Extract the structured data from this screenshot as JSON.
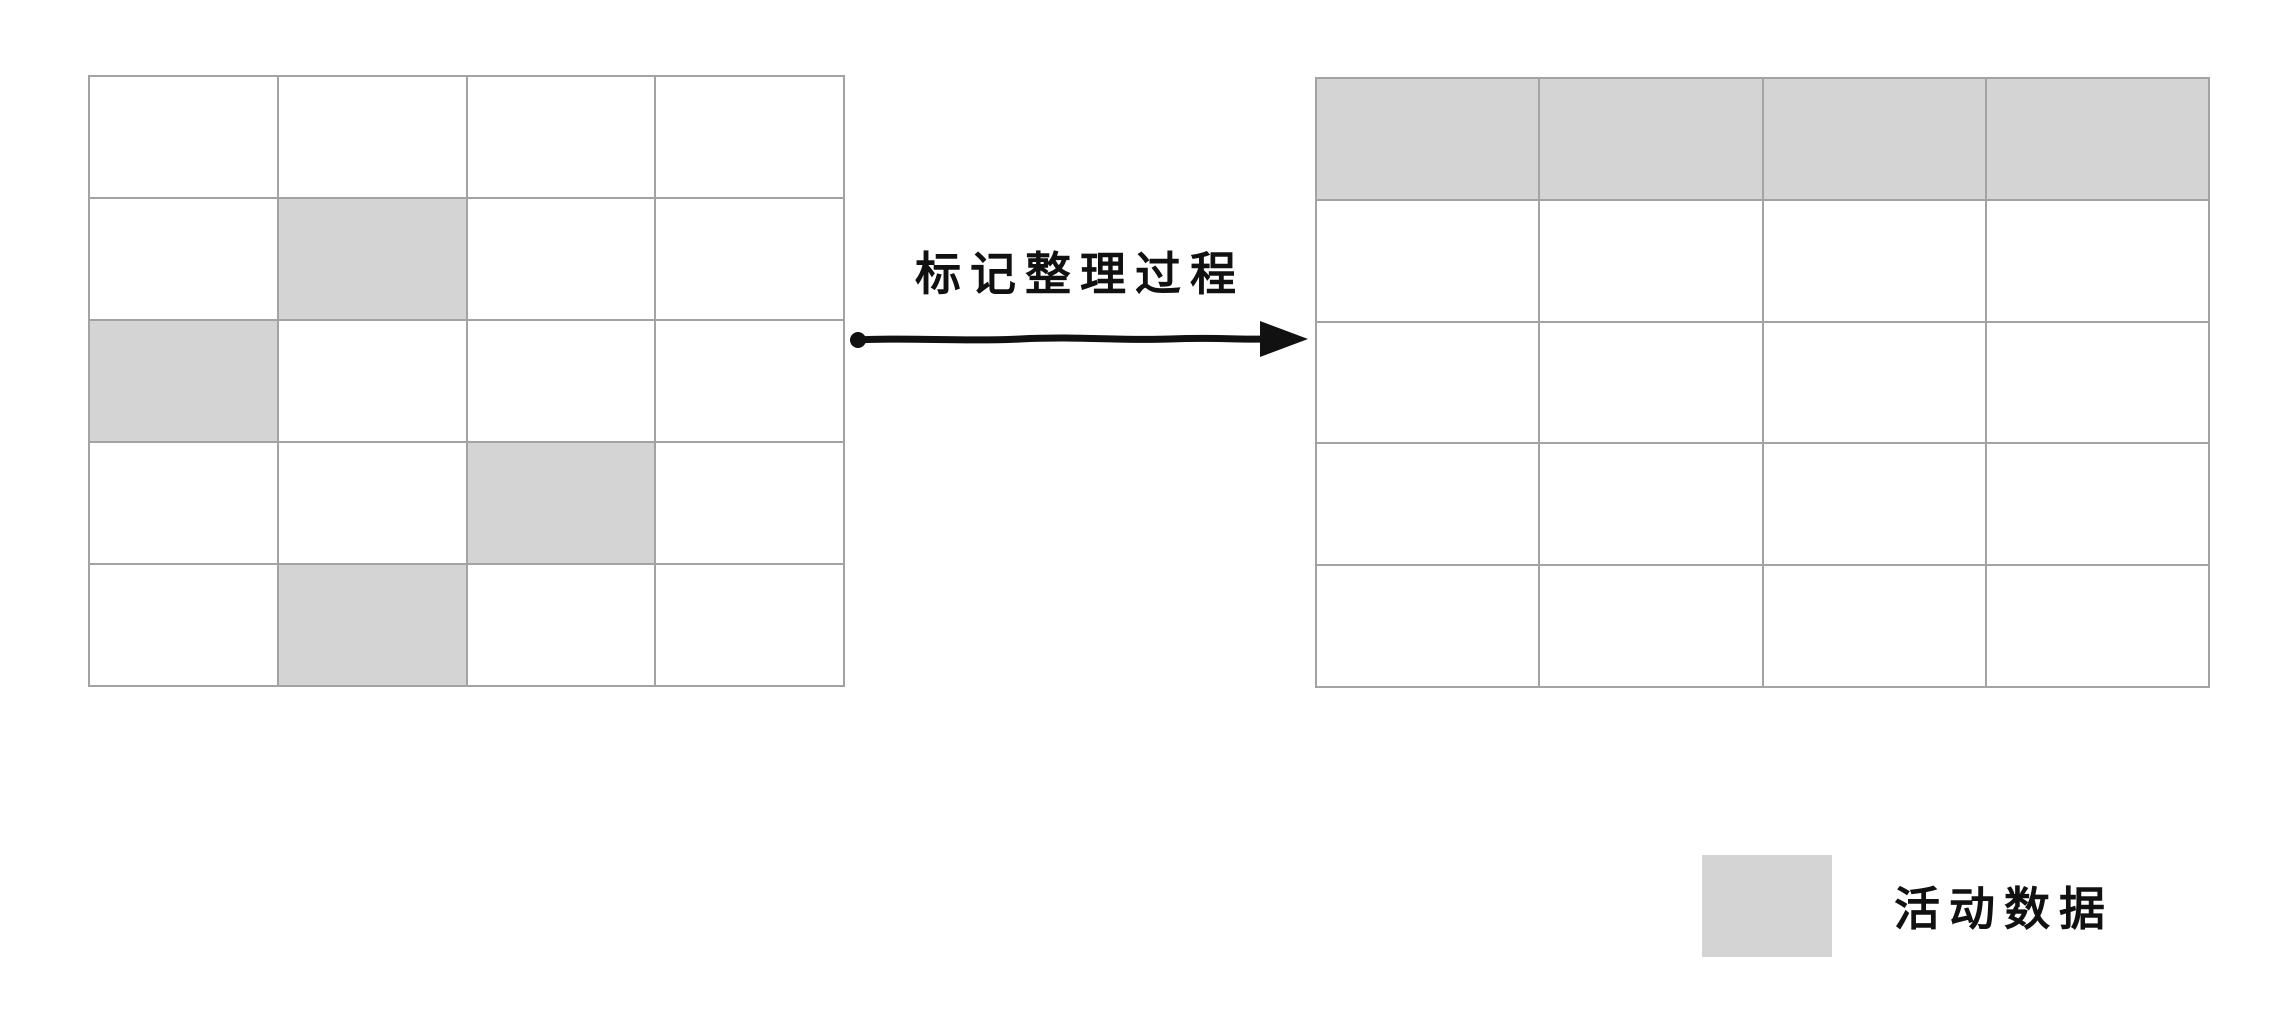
{
  "page": {
    "background": "#ffffff"
  },
  "colors": {
    "active_fill": "#d4d4d4",
    "cell_fill": "#ffffff",
    "grid_line": "#a3a3a3",
    "ink": "#111111"
  },
  "process": {
    "label": "标记整理过程"
  },
  "source_grid": {
    "rows": 5,
    "cols": 4,
    "active_cells": [
      [
        1,
        1
      ],
      [
        2,
        0
      ],
      [
        3,
        2
      ],
      [
        4,
        1
      ]
    ]
  },
  "result_grid": {
    "rows": 5,
    "cols": 4,
    "active_cells": [
      [
        0,
        0
      ],
      [
        0,
        1
      ],
      [
        0,
        2
      ],
      [
        0,
        3
      ]
    ]
  },
  "legend": {
    "label": "活动数据",
    "swatch_color": "#d4d4d4"
  }
}
